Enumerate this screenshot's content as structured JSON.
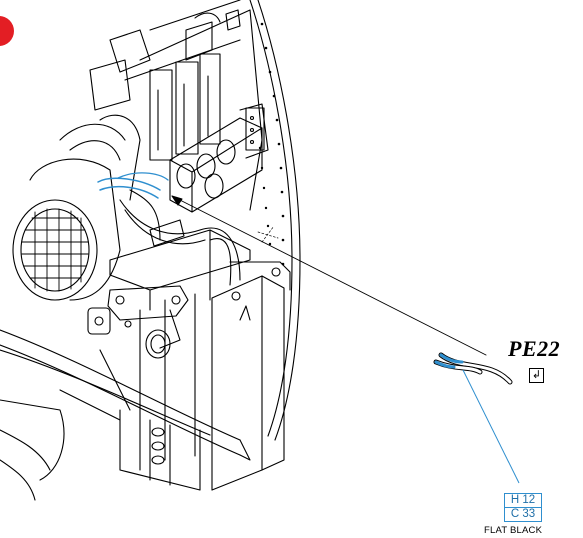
{
  "part": {
    "code": "PE22",
    "action_icon": "return-arrow-icon",
    "action_symbol": "↲"
  },
  "paint": {
    "hue": "H 12",
    "chroma": "C 33",
    "finish": "FLAT BLACK",
    "ink_color": "#2f8fcf"
  },
  "badge": {
    "color": "#e31e24"
  }
}
